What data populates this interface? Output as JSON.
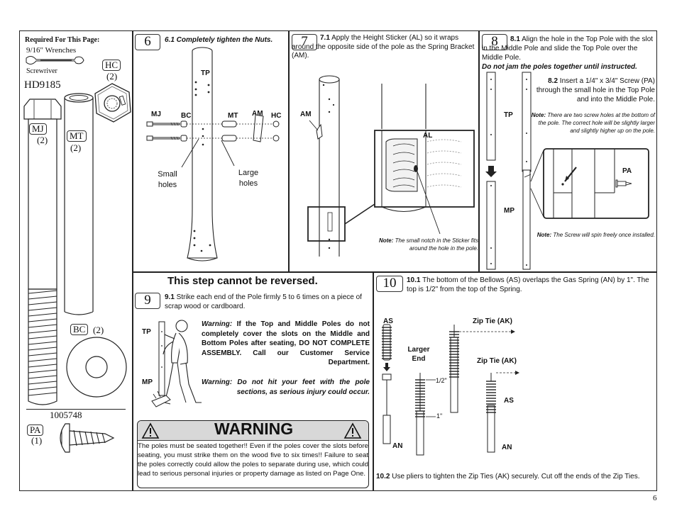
{
  "parts": {
    "title": "Required For This Page:",
    "wrench": "9/16\"  Wrenches",
    "screwdriver": "Screwriver",
    "hardware_code": "HD9185",
    "hc_label": "HC",
    "hc_qty": "(2)",
    "mj_label": "MJ",
    "mj_qty": "(2)",
    "mt_label": "MT",
    "mt_qty": "(2)",
    "bc_label": "BC",
    "bc_qty": "(2)",
    "washer_code": "1005748",
    "pa_label": "PA",
    "pa_qty": "(1)"
  },
  "step6": {
    "num": "6",
    "text": "6.1  Completely tighten the Nuts.",
    "tp": "TP",
    "mj": "MJ",
    "bc": "BC",
    "mt": "MT",
    "am": "AM",
    "hc": "HC",
    "small_holes_1": "Small",
    "small_holes_2": "holes",
    "large_holes_1": "Large",
    "large_holes_2": "holes"
  },
  "step7": {
    "num": "7",
    "sub": "7.1",
    "text": " Apply the Height Sticker (AL) so it wraps around the opposite side of the pole as the Spring Bracket (AM).",
    "am": "AM",
    "al": "AL",
    "note_label": "Note:",
    "note_text": " The small notch in the Sticker fits around the hole in the pole."
  },
  "step8": {
    "num": "8",
    "sub1": "8.1",
    "text1": "  Align the hole in the Top Pole with the slot in the Middle Pole and slide the Top Pole over the Middle Pole.",
    "warn1": "Do not jam the poles together until instructed.",
    "sub2": "8.2",
    "text2": "  Insert a 1/4\" x 3/4\" Screw (PA) through the small hole in the Top Pole and into the Middle Pole.",
    "note_label": "Note:",
    "note_text": " There are two screw holes at the bottom of the pole. The correct hole will be slightly larger and slightly higher up on the pole.",
    "tp": "TP",
    "mp": "MP",
    "pa": "PA",
    "note2_label": "Note:",
    "note2_text": "  The Screw will spin freely once installed."
  },
  "step9": {
    "heading": "This step cannot be reversed.",
    "num": "9",
    "sub": "9.1",
    "text": "  Strike each end of the Pole firmly 5 to 6 times on a piece of scrap wood or cardboard.",
    "tp": "TP",
    "mp": "MP",
    "warning1_label": "Warning:",
    "warning1_text": "  If the Top and Middle Poles do not completely cover the slots on the Middle and Bottom Poles after seating, DO NOT COMPLETE ASSEMBLY. Call our Customer Service Department.",
    "warning2_label": "Warning:",
    "warning2_text": "  Do not hit your feet with the pole sections, as serious injury could occur."
  },
  "warning_box": {
    "title": "WARNING",
    "text": "The poles must be seated together!! Even if the poles cover the slots before seating, you must strike them on the wood five to six times!! Failure to seat the poles correctly could allow the poles to separate during use, which could lead to serious personal injuries or property damage as listed on Page One."
  },
  "step10": {
    "num": "10",
    "sub1": "10.1",
    "text1": "  The bottom of the Bellows (AS) overlaps the Gas Spring (AN) by 1\". The top is 1/2\" from the top of the Spring.",
    "as1": "AS",
    "zip1": "Zip Tie (AK)",
    "larger_1": "Larger",
    "larger_2": "End",
    "half": "1/2\"",
    "one": "1\"",
    "zip2": "Zip Tie (AK)",
    "as2": "AS",
    "an1": "AN",
    "an2": "AN",
    "sub2": "10.2",
    "text2": "  Use pliers to tighten the Zip Ties (AK) securely. Cut off the ends of the Zip Ties."
  },
  "page_number": "6"
}
